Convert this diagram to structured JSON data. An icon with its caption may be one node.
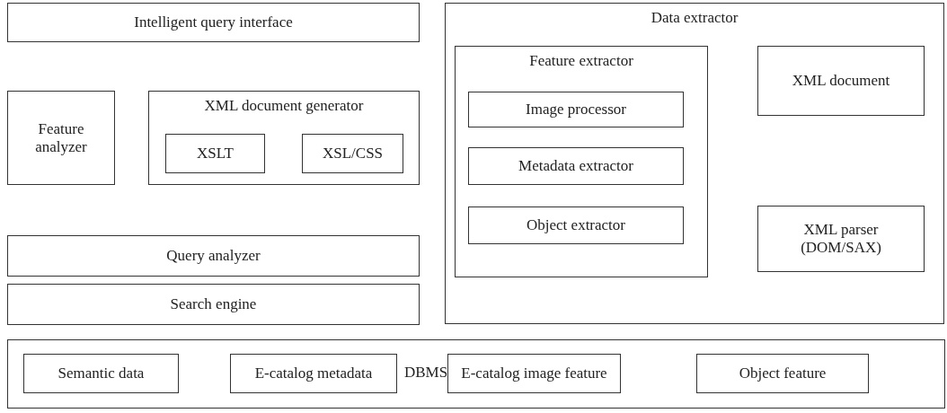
{
  "diagram": {
    "nodes": [
      {
        "text": [
          "Intelligent query interface"
        ]
      },
      {
        "text": [
          "Feature analyzer"
        ]
      },
      {
        "text": [
          "XML document generator"
        ]
      },
      {
        "text": [
          "XSLT"
        ],
        "in": 2
      },
      {
        "text": [
          "XSL/CSS"
        ],
        "in": 2
      },
      {
        "text": [
          "Query analyzer"
        ]
      },
      {
        "text": [
          "Search engine"
        ]
      },
      {
        "text": [
          "Data extractor"
        ]
      },
      {
        "text": [
          "Feature extractor"
        ],
        "in": 7
      },
      {
        "text": [
          "Image processor"
        ],
        "in": 8
      },
      {
        "text": [
          "Metadata extractor"
        ],
        "in": 8
      },
      {
        "text": [
          "Object extractor"
        ],
        "in": 8
      },
      {
        "text": [
          "XML document"
        ],
        "in": 7
      },
      {
        "text": [
          "XML parser (DOM/SAX)"
        ],
        "in": 7
      },
      {
        "text": [
          "DBMS"
        ]
      },
      {
        "text": [
          "Semantic data"
        ],
        "in": 14
      },
      {
        "text": [
          "E-catalog metadata"
        ],
        "in": 14
      },
      {
        "text": [
          "E-catalog image feature"
        ],
        "in": 14
      },
      {
        "text": [
          "Object feature"
        ],
        "in": 14
      }
    ],
    "edges": []
  }
}
